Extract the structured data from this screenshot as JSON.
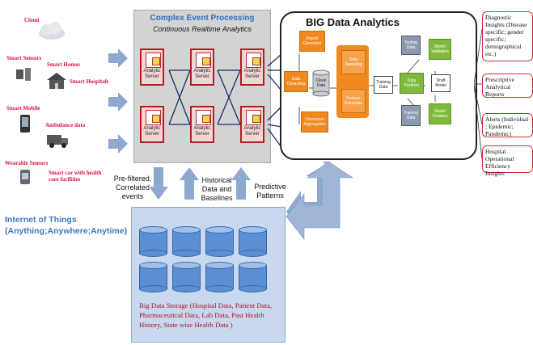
{
  "iot": {
    "cloud": "Cloud",
    "smart_sensors": "Smart Sensors",
    "smart_homes": "Smart Homes",
    "smart_hospitals": "Smart Hospitals",
    "smart_mobile": "Smart Mobile",
    "ambulance": "Ambulance data",
    "wearable": "Wearable Sensors",
    "smart_car": "Smart car with health care facilities",
    "title_line1": "Internet of Things",
    "title_line2": "(Anything;Anywhere;Anytime)"
  },
  "cep": {
    "title": "Complex Event Processing",
    "subtitle": "Continuous Realtime Analytics",
    "server_label_1": "Analytic",
    "server_label_2": "Server"
  },
  "bda": {
    "title": "BIG Data Analytics",
    "report_generator": "Report Generator",
    "data_cleansing": "Data Cleansing",
    "clean_data": "Clean Data",
    "dimension_aggregation": "Dimension Aggregation",
    "data_sampling": "Data Sampling",
    "feature_extraction": "Feature Extraction",
    "training_data_mid": "Training Data",
    "testing_data": "Testing Data",
    "data_partition": "Data Partition",
    "training_data": "Training Data",
    "model_validation": "Model Validation",
    "draft_model": "Draft Model",
    "model_creation": "Model Creation"
  },
  "insights": [
    "Diagnostic Insights (Disease specific; gender specific; demographical etc.)",
    "Prescriptive Analytical Reports",
    "Alerts (Individual ; Epidemic; Pandemic)",
    "Hospital Operational Efficiency Insights"
  ],
  "flows": {
    "prefiltered": "Pre-filtered, Correlated events",
    "historical": "Historical Data and Baselines",
    "predictive": "Predictive Patterns"
  },
  "storage": {
    "text": "Big Data Storage (Hospital Data, Patient Data, Pharmaceutical Data, Lab Data, Past Health History, State wise Health Data )"
  },
  "colors": {
    "iot_text": "#e0143c",
    "iot_title": "#3b78c4",
    "cep_title": "#2b6fc0",
    "arrow_blue": "#8ea9cf",
    "orange": "#f0891f",
    "green": "#7fba3c",
    "server_border": "#b02020",
    "storage_bg": "#c8d8ef",
    "storage_text": "#b0121c"
  }
}
